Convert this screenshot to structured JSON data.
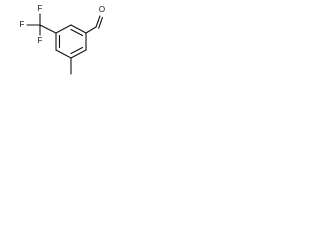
{
  "structure": {
    "atoms": {
      "fluorine_top": "F",
      "fluorine_left": "F",
      "fluorine_bottom": "F",
      "oxygen": "O"
    },
    "colors": {
      "bond": "#111111",
      "label": "#111111",
      "background": "#ffffff"
    }
  }
}
